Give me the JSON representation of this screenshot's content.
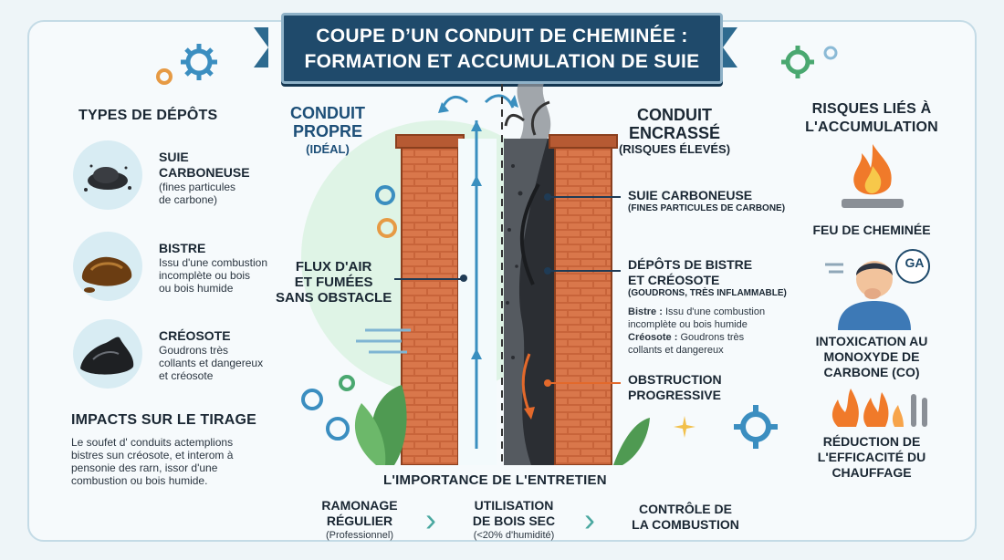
{
  "title": {
    "line1": "COUPE D’UN CONDUIT DE CHEMINÉE :",
    "line2": "FORMATION ET ACCUMULATION DE SUIE"
  },
  "left_panel": {
    "heading": "TYPES DE DÉPÔTS",
    "deposits": [
      {
        "title1": "SUIE",
        "title2": "CARBONEUSE",
        "desc1": "(fines particules",
        "desc2": "de carbone)",
        "desc3": ""
      },
      {
        "title1": "BISTRE",
        "title2": "",
        "desc1": "Issu d'une combustion",
        "desc2": "incomplète ou bois",
        "desc3": "ou bois humide"
      },
      {
        "title1": "CRÉOSOTE",
        "title2": "",
        "desc1": "Goudrons très",
        "desc2": "collants et dangereux",
        "desc3": "et créosote"
      }
    ],
    "impacts_heading": "IMPACTS SUR LE TIRAGE",
    "impacts_lines": [
      "Le soufet d' conduits actemplions",
      "bistres sun créosote, et interom à",
      "pensonie des rarn, issor d'une",
      "combustion ou bois humide."
    ]
  },
  "center": {
    "clean_title1": "CONDUIT",
    "clean_title2": "PROPRE",
    "clean_sub": "(IDÉAL)",
    "dirty_title1": "CONDUIT",
    "dirty_title2": "ENCRASSÉ",
    "dirty_sub": "(RISQUES ÉLEVÉS)",
    "flow1": "FLUX D'AIR",
    "flow2": "ET FUMÉES",
    "flow3": "SANS OBSTACLE",
    "callout1_title": "SUIE CARBONEUSE",
    "callout1_sub": "(FINES PARTICULES DE CARBONE)",
    "callout2_title1": "DÉPÔTS DE BISTRE",
    "callout2_title2": "ET CRÉOSOTE",
    "callout2_sub": "(GOUDRONS, TRÈS INFLAMMABLE)",
    "bistre_label": "Bistre :",
    "bistre_text1": " Issu d'une combustion",
    "bistre_text2": "incomplète ou bois humide",
    "creosote_label": "Créosote :",
    "creosote_text1": " Goudrons très",
    "creosote_text2": "collants et dangereux",
    "callout3_title1": "OBSTRUCTION",
    "callout3_title2": "PROGRESSIVE"
  },
  "right_panel": {
    "heading1": "RISQUES LIÉS À",
    "heading2": "L'ACCUMULATION",
    "risk1": "FEU DE CHEMINÉE",
    "bubble": "GA",
    "risk2_1": "INTOXICATION AU",
    "risk2_2": "MONOXYDE DE",
    "risk2_3": "CARBONE (CO)",
    "risk3_1": "RÉDUCTION DE",
    "risk3_2": "L'EFFICACITÉ DU",
    "risk3_3": "CHAUFFAGE"
  },
  "maintenance": {
    "heading": "L'IMPORTANCE DE L'ENTRETIEN",
    "steps": [
      {
        "t1": "RAMONAGE",
        "t2": "RÉGULIER",
        "sub": "(Professionnel)"
      },
      {
        "t1": "UTILISATION",
        "t2": "DE BOIS SEC",
        "sub": "(<20% d'humidité)"
      },
      {
        "t1": "CONTRÔLE DE",
        "t2": "LA COMBUSTION",
        "sub": ""
      }
    ]
  },
  "colors": {
    "navy": "#1f4a6b",
    "brick": "#c8643a",
    "orange_accent": "#e3692b",
    "soot": "#2b2e33"
  }
}
